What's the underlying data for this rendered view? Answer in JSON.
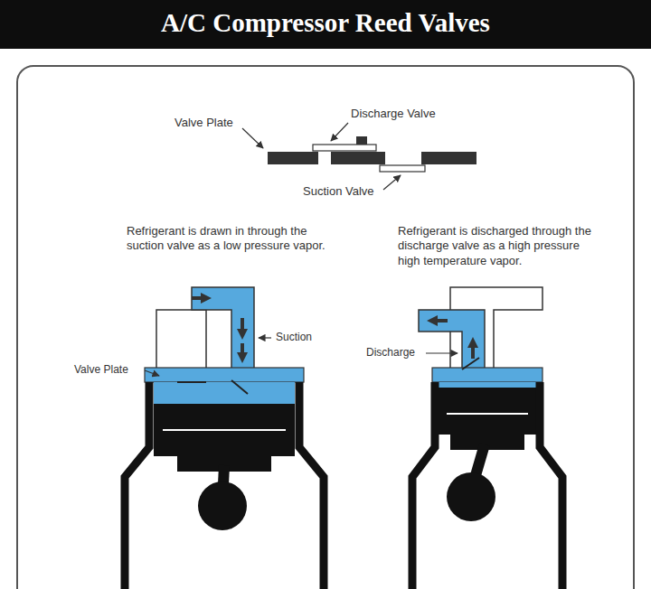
{
  "diagram": {
    "title": "A/C Compressor Reed Valves",
    "labels": [
      "Discharge Valve",
      "Valve Plate",
      "Suction Valve",
      "Refrigerant is drawn in through the suction valve as a low pressure vapor.",
      "Refrigerant is discharged through the discharge valve as a high pressure high temperature vapor.",
      "Suction",
      "Valve Plate",
      "Discharge"
    ]
  }
}
